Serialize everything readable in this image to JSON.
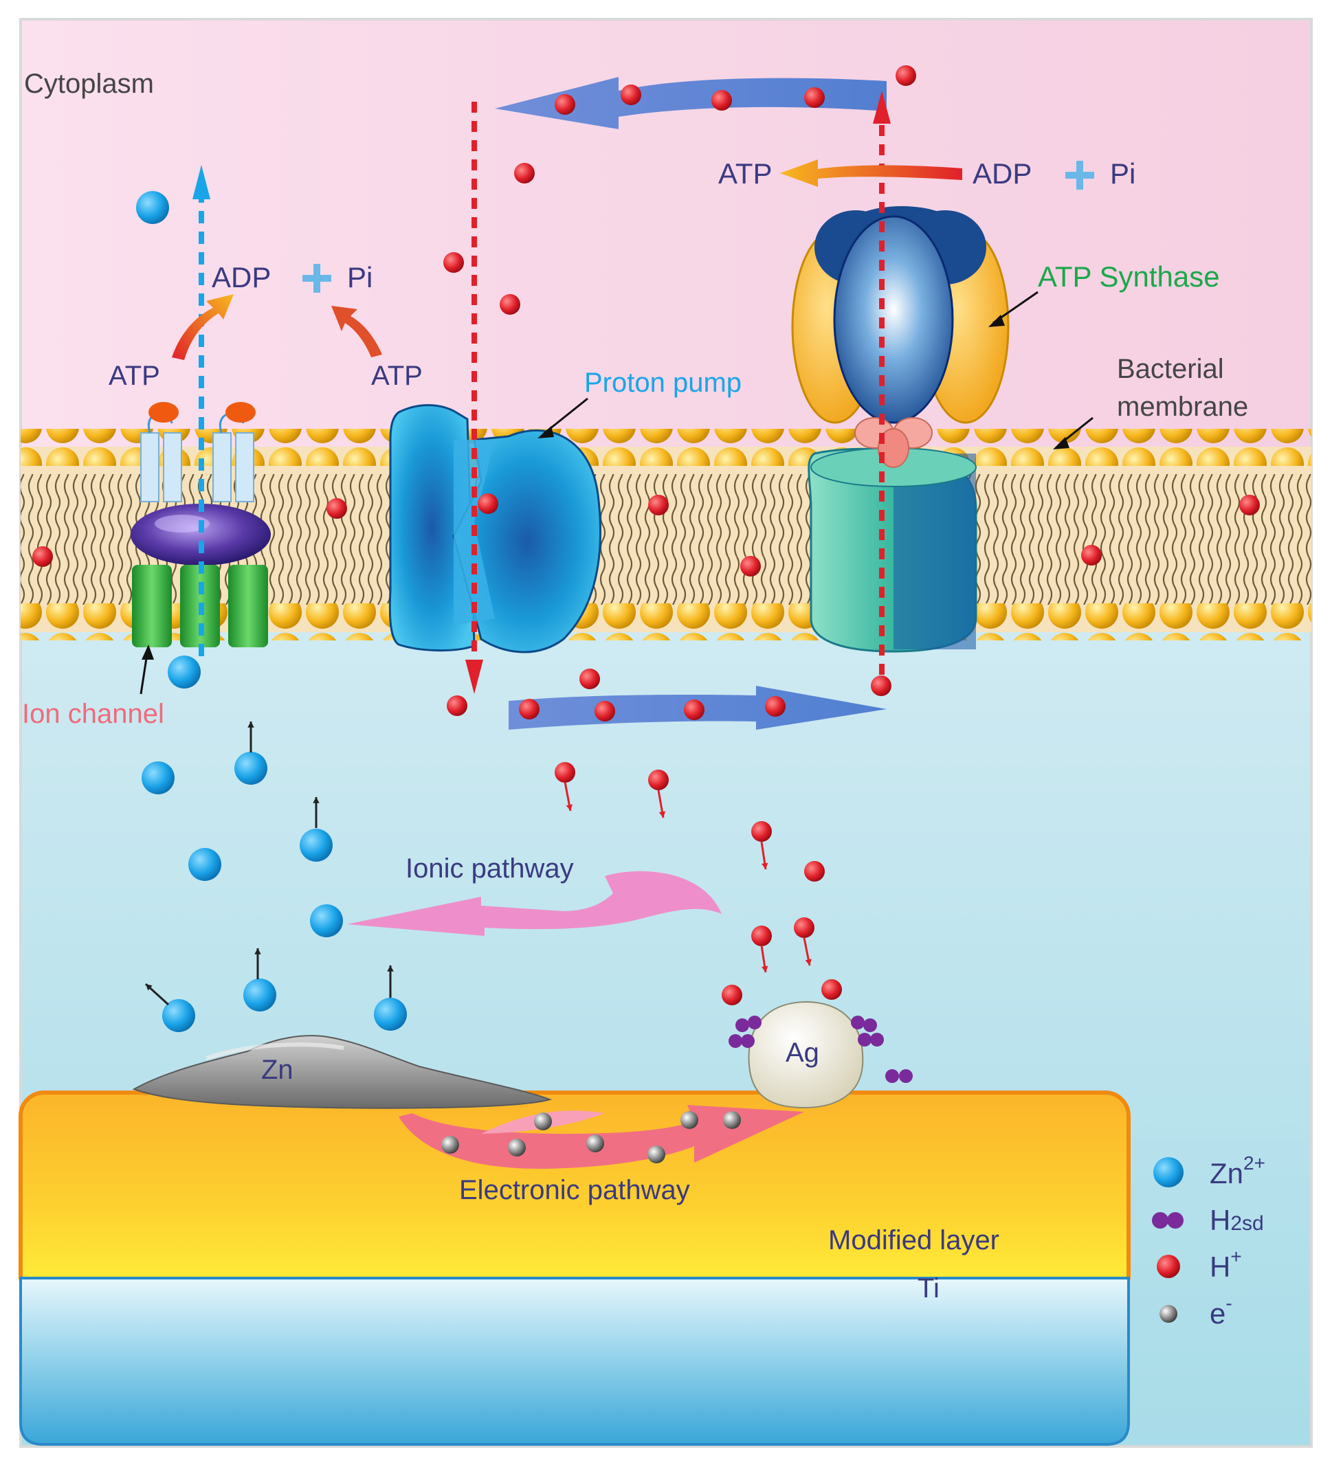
{
  "labels": {
    "cytoplasm": "Cytoplasm",
    "atp_left_1": "ATP",
    "adp_left": "ADP",
    "pi_left": "Pi",
    "atp_left_2": "ATP",
    "proton_pump": "Proton pump",
    "atp_right": "ATP",
    "adp_right": "ADP",
    "pi_right": "Pi",
    "atp_synthase": "ATP Synthase",
    "bacterial_membrane_1": "Bacterial",
    "bacterial_membrane_2": "membrane",
    "ion_channel": "Ion channel",
    "ionic_pathway": "Ionic pathway",
    "zn": "Zn",
    "ag": "Ag",
    "electronic_pathway": "Electronic pathway",
    "modified_layer": "Modified layer",
    "ti": "Ti"
  },
  "legend": [
    {
      "symbol": "blue-dot",
      "base": "Zn",
      "sup": "2+",
      "sub": ""
    },
    {
      "symbol": "purple-pair",
      "base": "H",
      "sup": "",
      "sub": "2sd"
    },
    {
      "symbol": "red-dot",
      "base": "H",
      "sup": "+",
      "sub": ""
    },
    {
      "symbol": "grey-dot",
      "base": "e",
      "sup": "-",
      "sub": ""
    }
  ],
  "colors": {
    "zn_ion": "#1aa3e8",
    "proton": "#e0202a",
    "electron": "#8a8a8a",
    "h2sd": "#7a2a9a",
    "label_dark": "#3a3a80",
    "label_cyan": "#18a6e8",
    "label_green": "#1aa84a",
    "label_pink": "#f06a7a"
  }
}
